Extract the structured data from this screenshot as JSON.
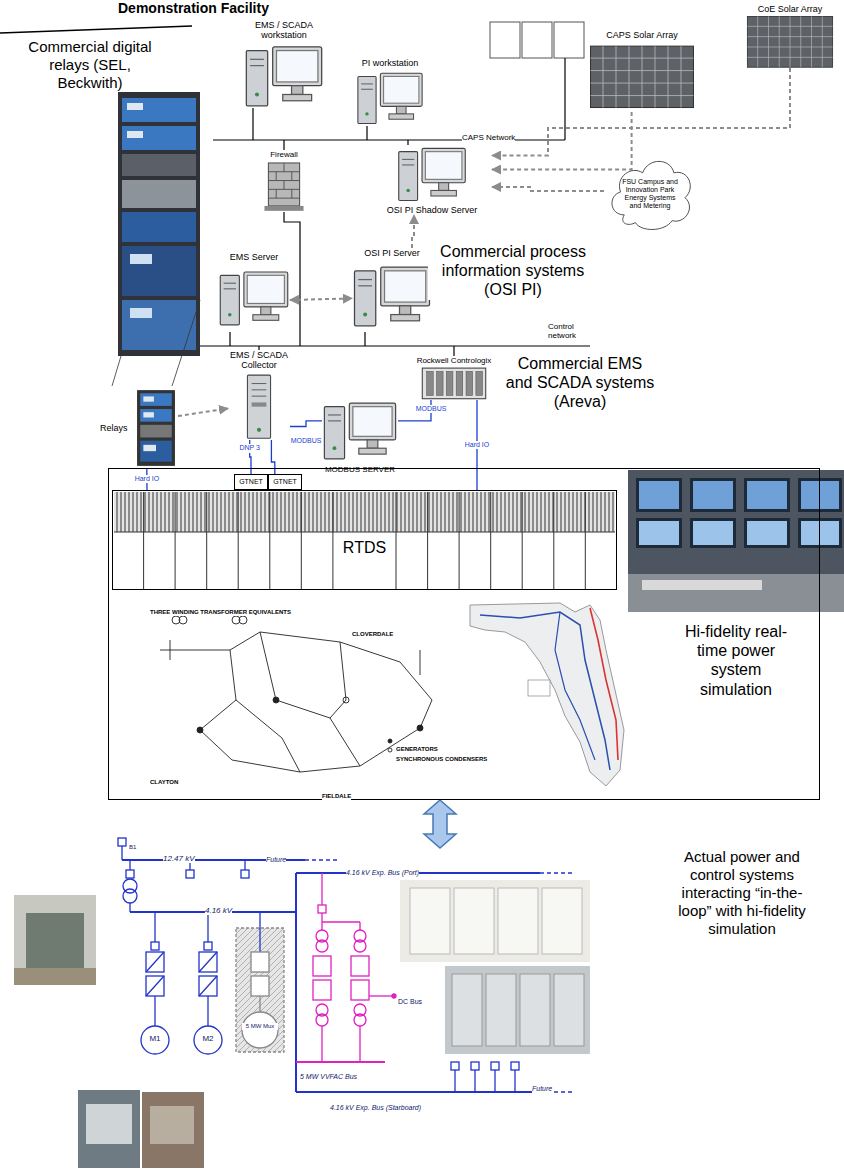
{
  "diagram": {
    "title": "Demonstration Facility",
    "nodes": [
      {
        "text": [
          "EMS / SCADA workstation"
        ]
      },
      {
        "text": [
          "PI workstation"
        ]
      },
      {
        "text": [
          "CAPS Solar Array"
        ]
      },
      {
        "text": [
          "CoE Solar Array"
        ]
      },
      {
        "text": [
          "Firewall"
        ]
      },
      {
        "text": [
          "OSI PI Shadow Server"
        ]
      },
      {
        "text": [
          "FSU Campus and Innovation Park Energy Systems and Metering"
        ]
      },
      {
        "text": [
          "EMS Server"
        ]
      },
      {
        "text": [
          "OSI PI Server"
        ]
      },
      {
        "text": [
          "EMS / SCADA Collector"
        ]
      },
      {
        "text": [
          "Rockwell Contrologix"
        ]
      },
      {
        "text": [
          "Relays"
        ]
      },
      {
        "text": [
          "MODBUS SERVER"
        ]
      },
      {
        "text": [
          "Hi-fidelity real-time power system simulation"
        ]
      },
      {
        "text": [
          "GTNET"
        ],
        "in": 13
      },
      {
        "text": [
          "GTNET"
        ],
        "in": 13
      },
      {
        "text": [
          "RTDS"
        ],
        "in": 13
      },
      {
        "text": [
          "Actual power and control systems interacting “in-the-loop” with hi-fidelity simulation"
        ]
      }
    ],
    "edges": [
      {
        "from": 11,
        "to": 9,
        "arrow": "to"
      },
      {
        "from": 7,
        "to": 8,
        "arrow": "both"
      },
      {
        "from": 8,
        "to": 5,
        "arrow": "to"
      },
      {
        "from": 6,
        "to": 5,
        "arrow": "to"
      },
      {
        "from": 2,
        "to": 5,
        "arrow": "to"
      },
      {
        "from": 3,
        "to": 5,
        "arrow": "to"
      },
      {
        "from": 11,
        "to": 16,
        "label": "Hard IO",
        "arrow": "none"
      },
      {
        "from": 9,
        "to": 14,
        "label": "DNP 3",
        "arrow": "none"
      },
      {
        "from": 9,
        "to": 15,
        "arrow": "none"
      },
      {
        "from": 9,
        "to": 12,
        "label": "MODBUS",
        "arrow": "none"
      },
      {
        "from": 10,
        "to": 12,
        "label": "MODBUS",
        "arrow": "none"
      },
      {
        "from": 10,
        "to": 16,
        "label": "Hard IO",
        "arrow": "none"
      },
      {
        "from": 13,
        "to": 17,
        "arrow": "both"
      }
    ],
    "labels": [
      "Commercial digital relays (SEL, Beckwith)",
      "Commercial process information systems (OSI PI)",
      "Commercial EMS and SCADA systems (Areva)",
      "CAPS Network",
      "Control network",
      "THREE WINDING TRANSFORMER EQUIVALENTS",
      "CLOVERDALE",
      "CLAYTON",
      "FIELDALE",
      "GENERATORS",
      "SYNCHRONOUS CONDENSERS",
      "12.47 kV",
      "Future",
      "4.16 kV Exp. Bus (Port)",
      "4.16 kV",
      "DC Bus",
      "5 MW VVFAC Bus",
      "4.16 kV Exp. Bus (Starboard)",
      "M1",
      "M2",
      "5 MW Mux",
      "Future",
      "B1"
    ]
  }
}
